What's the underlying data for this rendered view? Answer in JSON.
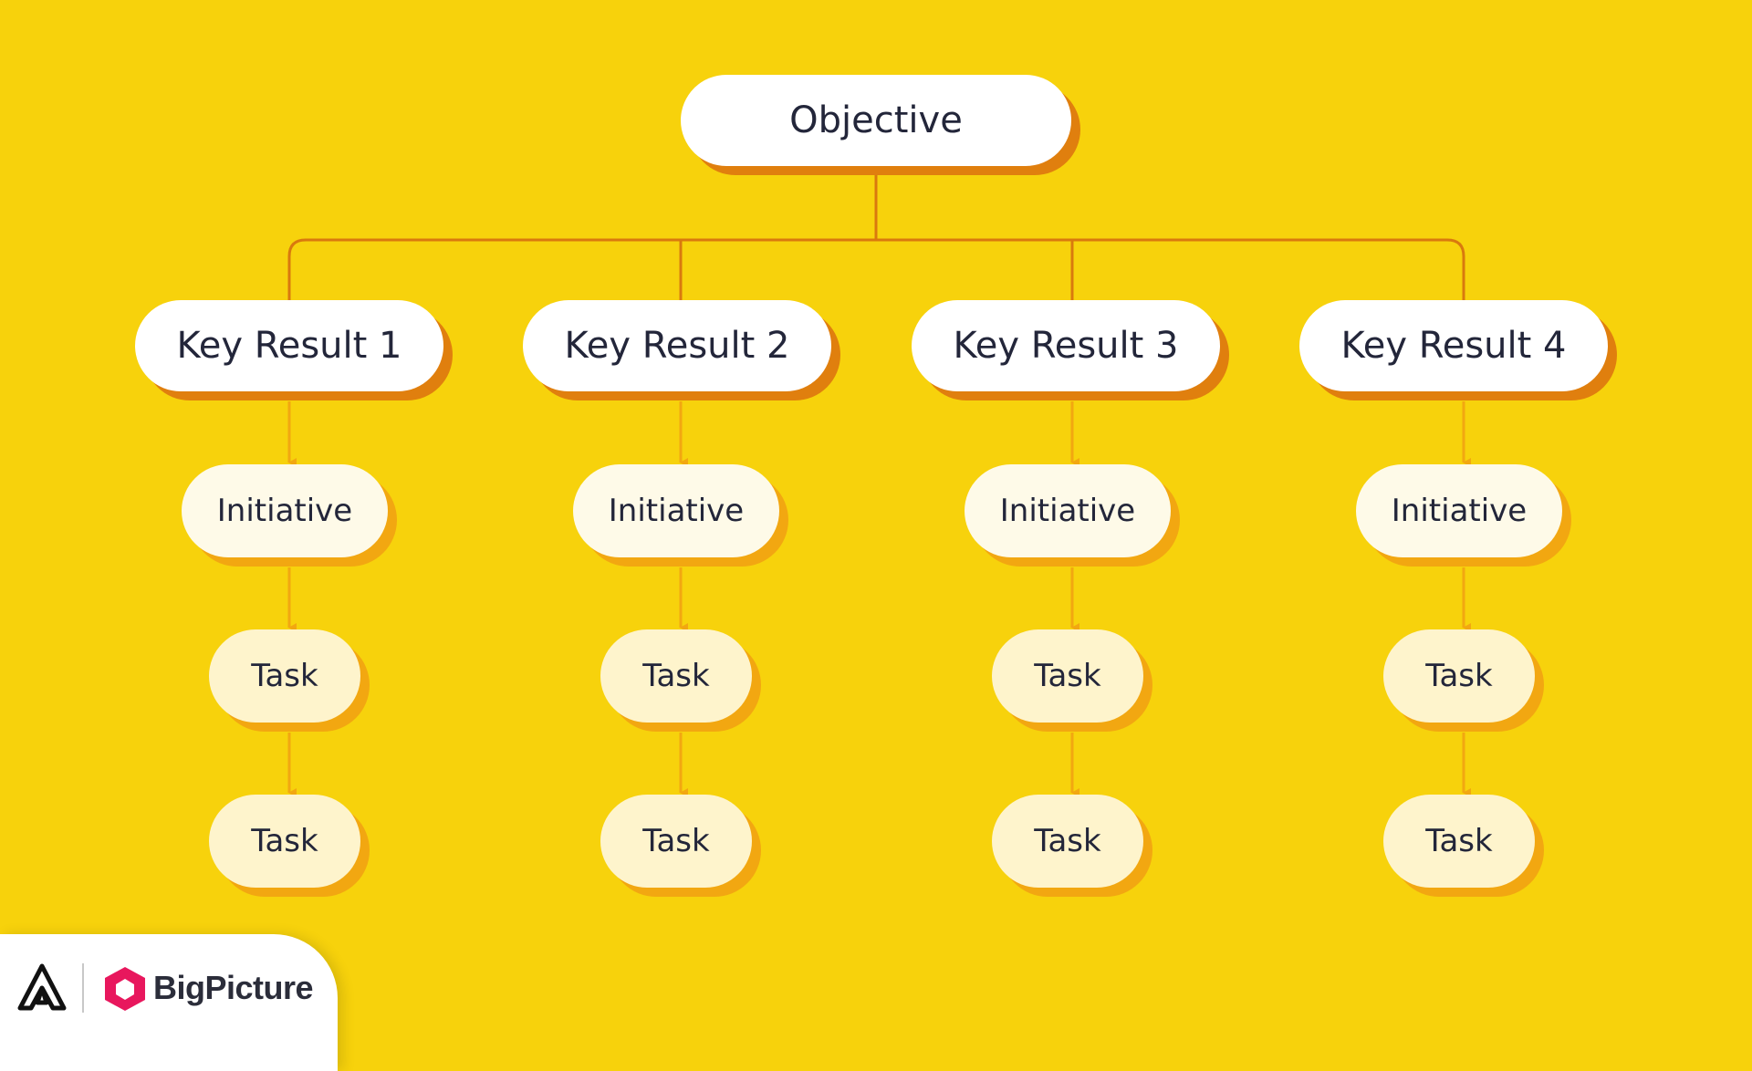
{
  "diagram": {
    "objective": "Objective",
    "key_results": [
      {
        "label": "Key Result 1",
        "initiative": "Initiative",
        "tasks": [
          "Task",
          "Task"
        ]
      },
      {
        "label": "Key Result 2",
        "initiative": "Initiative",
        "tasks": [
          "Task",
          "Task"
        ]
      },
      {
        "label": "Key Result 3",
        "initiative": "Initiative",
        "tasks": [
          "Task",
          "Task"
        ]
      },
      {
        "label": "Key Result 4",
        "initiative": "Initiative",
        "tasks": [
          "Task",
          "Task"
        ]
      }
    ]
  },
  "branding": {
    "atlassian_icon": "atlassian-logo-icon",
    "bigpicture_icon": "bigpicture-hexagon-icon",
    "wordmark": "BigPicture"
  },
  "colors": {
    "background": "#F7D20C",
    "node_white": "#FFFFFF",
    "initiative_fill": "#FEFAE8",
    "task_fill": "#FEF4CC",
    "key_shadow": "#E07F0E",
    "card_shadow": "#F2A711",
    "tree_line": "#D9790E",
    "arrow": "#F2A711",
    "text": "#23263A",
    "brand_pink": "#E8175D"
  }
}
